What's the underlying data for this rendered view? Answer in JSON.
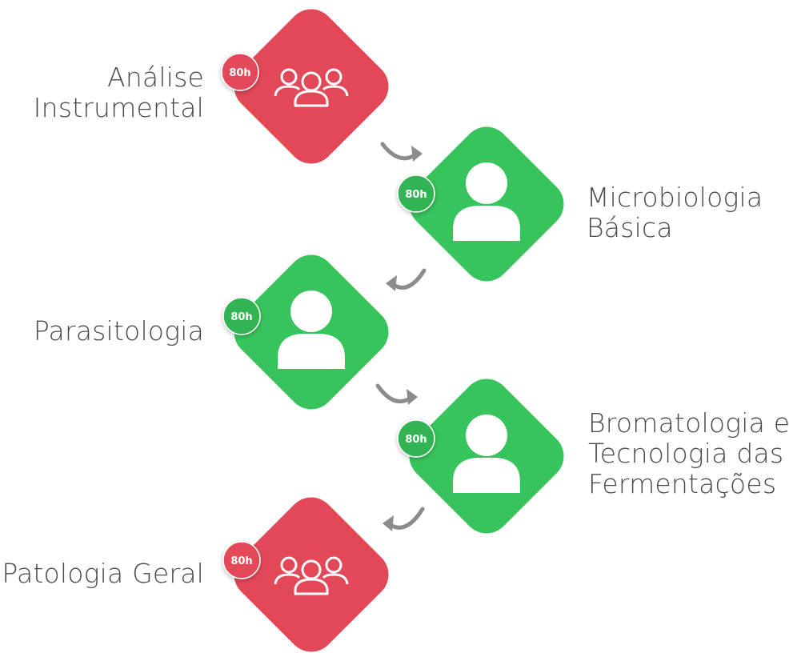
{
  "colors": {
    "red": "#e34858",
    "green": "#38c45c",
    "badge_red": "#e34858",
    "badge_green": "#33b455",
    "arrow": "#8c8c8c",
    "text": "#4a4a4a"
  },
  "steps": [
    {
      "name_lines": [
        "Análise",
        "Instrumental"
      ],
      "hours": "80h",
      "color": "red",
      "icon": "group-icon"
    },
    {
      "name_lines": [
        "Microbiologia",
        "Básica"
      ],
      "hours": "80h",
      "color": "green",
      "icon": "person-icon"
    },
    {
      "name_lines": [
        "Parasitologia"
      ],
      "hours": "80h",
      "color": "green",
      "icon": "person-icon"
    },
    {
      "name_lines": [
        "Bromatologia e",
        "Tecnologia das",
        "Fermentações"
      ],
      "hours": "80h",
      "color": "green",
      "icon": "person-icon"
    },
    {
      "name_lines": [
        "Patologia Geral"
      ],
      "hours": "80h",
      "color": "red",
      "icon": "group-icon"
    }
  ]
}
